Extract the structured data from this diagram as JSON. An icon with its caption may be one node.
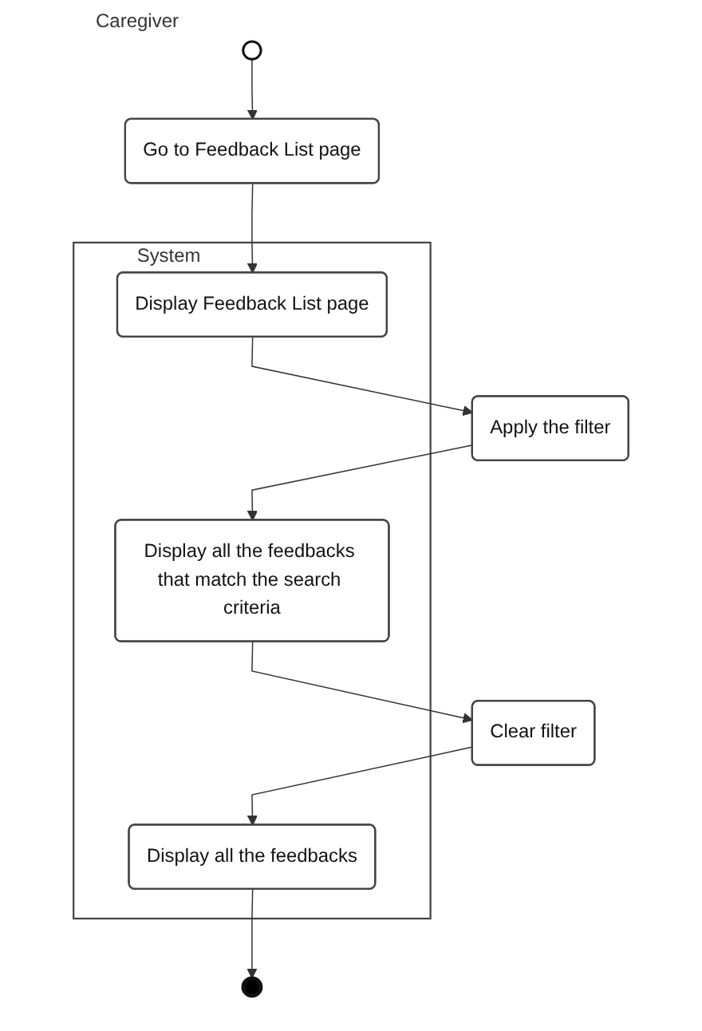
{
  "diagram": {
    "nodes": [
      {
        "text": [],
        "shape": "circle"
      },
      {
        "text": [
          "Go to Feedback List page"
        ]
      },
      {
        "text": [
          "System"
        ]
      },
      {
        "text": [
          "Display Feedback List page"
        ],
        "in": 2
      },
      {
        "text": [
          "Apply the filter"
        ]
      },
      {
        "text": [
          "Display all the feedbacks that match the search criteria"
        ],
        "in": 2
      },
      {
        "text": [
          "Clear filter"
        ]
      },
      {
        "text": [
          "Display all the feedbacks"
        ],
        "in": 2
      },
      {
        "text": [],
        "shape": "circle"
      }
    ],
    "edges": [
      {
        "from": 0,
        "to": 1,
        "arrow": "to"
      },
      {
        "from": 1,
        "to": 3,
        "arrow": "to"
      },
      {
        "from": 3,
        "to": 4,
        "arrow": "to"
      },
      {
        "from": 4,
        "to": 5,
        "arrow": "to"
      },
      {
        "from": 5,
        "to": 6,
        "arrow": "to"
      },
      {
        "from": 6,
        "to": 7,
        "arrow": "to"
      },
      {
        "from": 7,
        "to": 8,
        "arrow": "to"
      }
    ],
    "labels": [
      "Caregiver"
    ]
  }
}
